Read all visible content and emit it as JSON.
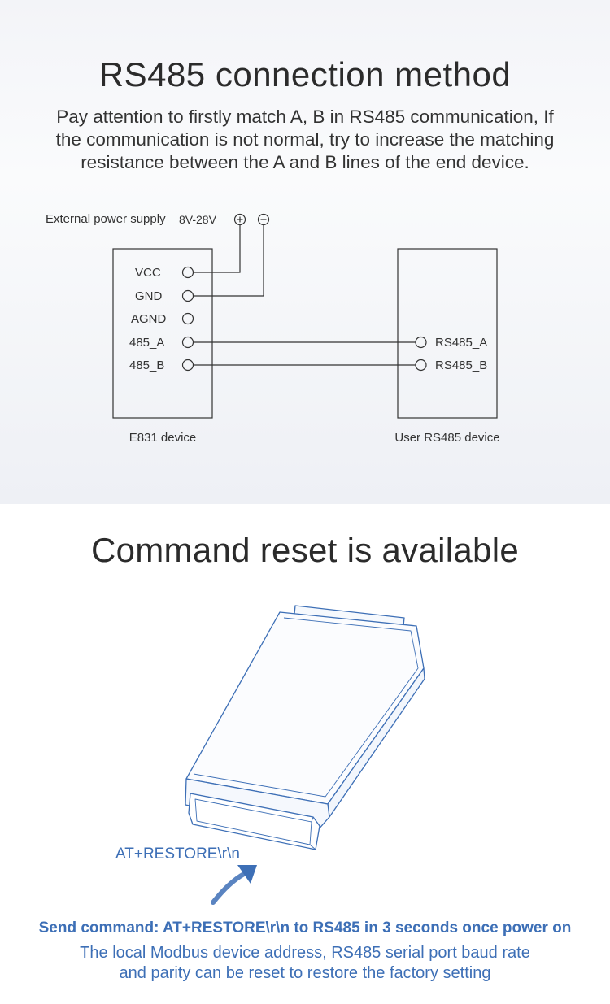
{
  "section1": {
    "title": "RS485 connection method",
    "description_lines": [
      "Pay attention to firstly match  A, B  in RS485 communication, If",
      "the communication is not normal, try to increase the matching",
      "resistance between the A and B lines of the end device."
    ]
  },
  "diagram": {
    "power_label": "External power supply",
    "power_voltage": "8V-28V",
    "plus_symbol": "+",
    "minus_symbol": "−",
    "left_device": {
      "name": "E831 device",
      "pins": [
        "VCC",
        "GND",
        "AGND",
        "485_A",
        "485_B"
      ]
    },
    "right_device": {
      "name": "User RS485 device",
      "pins": [
        "RS485_A",
        "RS485_B"
      ]
    },
    "colors": {
      "line": "#333333"
    }
  },
  "section2": {
    "title": "Command reset is available",
    "command_label": "AT+RESTORE\\r\\n",
    "send_text": "Send command: AT+RESTORE\\r\\n to RS485 in 3 seconds once power on",
    "note_lines": [
      "The local Modbus device address, RS485 serial port baud rate",
      "and parity can be reset to restore the factory setting"
    ],
    "colors": {
      "accent": "#3d6fb6"
    }
  }
}
